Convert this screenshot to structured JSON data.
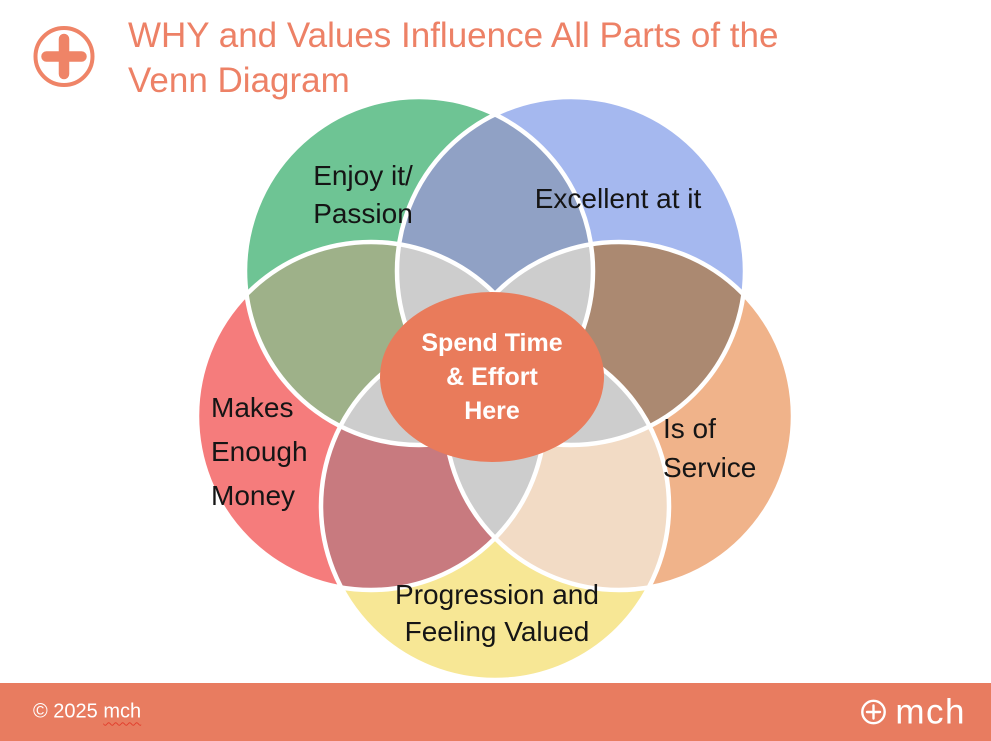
{
  "slide": {
    "title_line1": "WHY and Values Influence All Parts of the",
    "title_line2": "Venn Diagram",
    "title_color": "#ED8166",
    "background_color": "#FFFFFF",
    "header_icon": "plus-circle-icon",
    "header_icon_color": "#EF8467"
  },
  "venn": {
    "circles": [
      {
        "id": "enjoy-passion",
        "label_lines": [
          "Enjoy it/",
          "Passion"
        ],
        "color": "#6EC494"
      },
      {
        "id": "excellent",
        "label_lines": [
          "Excellent at it"
        ],
        "color": "#A5B8EF"
      },
      {
        "id": "is-of-service",
        "label_lines": [
          "Is of",
          "Service"
        ],
        "color": "#F0B38A"
      },
      {
        "id": "progression",
        "label_lines": [
          "Progression and",
          "Feeling Valued"
        ],
        "color": "#F7E795"
      },
      {
        "id": "makes-money",
        "label_lines": [
          "Makes",
          "Enough",
          "Money"
        ],
        "color": "#F57C7C"
      }
    ],
    "overlap_colors": {
      "enjoy_excellent": "#90A1C5",
      "excellent_service": "#AB8971",
      "service_progression": "#F2DBC5",
      "progression_money": "#C87A7F",
      "money_enjoy": "#9EB189",
      "triple_plus": "#CDCDCD"
    },
    "outline_color": "#FFFFFF",
    "center_badge": {
      "lines": [
        "Spend Time",
        "& Effort",
        "Here"
      ],
      "fill": "#E97B5B",
      "text_color": "#FFFFFF"
    }
  },
  "footer": {
    "bg_color": "#E87C60",
    "copyright_prefix": "© 2025",
    "copyright_name": "mch",
    "logo_icon": "plus-circle-icon",
    "logo_text": "mch"
  }
}
